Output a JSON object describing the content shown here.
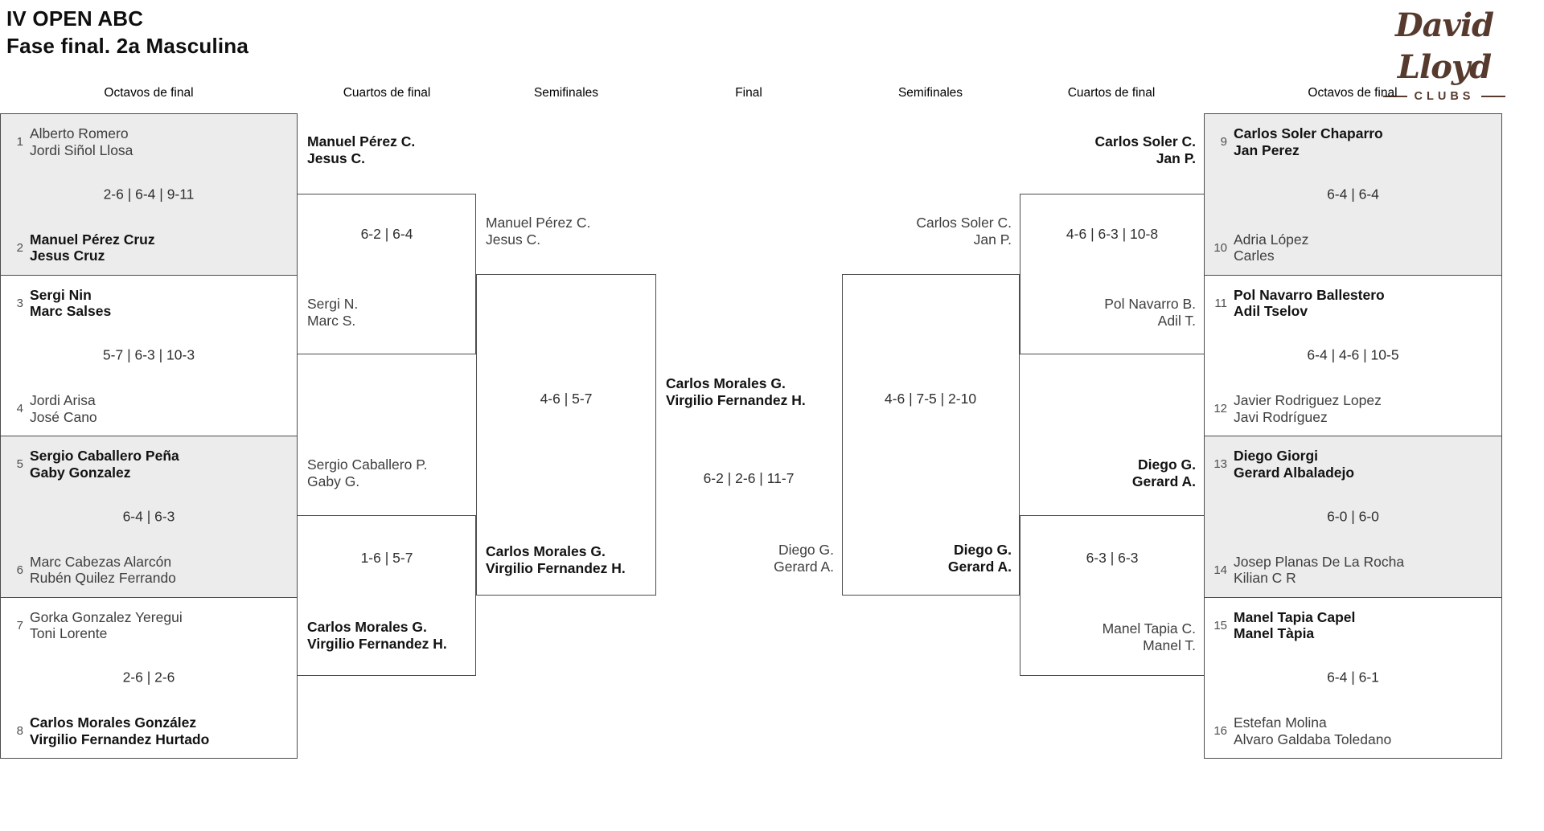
{
  "header": {
    "title": "IV OPEN ABC",
    "subtitle": "Fase final. 2a Masculina"
  },
  "logo": {
    "brand": "David Lloyd",
    "sub": "CLUBS",
    "color": "#573a2e"
  },
  "colors": {
    "brand_brown": "#573a2e",
    "match_alt_bg": "#ececec",
    "border": "#4c4c4c"
  },
  "round_headers": [
    "Octavos de final",
    "Cuartos de final",
    "Semifinales",
    "Final",
    "Semifinales",
    "Cuartos de final",
    "Octavos de final"
  ],
  "r16_left": [
    {
      "seed_top": "1",
      "team_top": [
        "Alberto Romero",
        "Jordi Siñol Llosa"
      ],
      "score": "2-6 | 6-4 | 9-11",
      "seed_bottom": "2",
      "team_bottom": [
        "Manuel Pérez Cruz",
        "Jesus Cruz"
      ]
    },
    {
      "seed_top": "3",
      "team_top": [
        "Sergi Nin",
        "Marc Salses"
      ],
      "score": "5-7 | 6-3 | 10-3",
      "seed_bottom": "4",
      "team_bottom": [
        "Jordi Arisa",
        "José Cano"
      ]
    },
    {
      "seed_top": "5",
      "team_top": [
        "Sergio Caballero Peña",
        "Gaby Gonzalez"
      ],
      "score": "6-4 | 6-3",
      "seed_bottom": "6",
      "team_bottom": [
        "Marc Cabezas Alarcón",
        "Rubén Quilez Ferrando"
      ]
    },
    {
      "seed_top": "7",
      "team_top": [
        "Gorka Gonzalez Yeregui",
        "Toni Lorente"
      ],
      "score": "2-6 | 2-6",
      "seed_bottom": "8",
      "team_bottom": [
        "Carlos Morales González",
        "Virgilio Fernandez Hurtado"
      ]
    }
  ],
  "r16_right": [
    {
      "seed_top": "9",
      "team_top": [
        "Carlos Soler Chaparro",
        "Jan Perez"
      ],
      "score": "6-4 | 6-4",
      "seed_bottom": "10",
      "team_bottom": [
        "Adria López",
        "Carles"
      ]
    },
    {
      "seed_top": "11",
      "team_top": [
        "Pol Navarro Ballestero",
        "Adil Tselov"
      ],
      "score": "6-4 | 4-6 | 10-5",
      "seed_bottom": "12",
      "team_bottom": [
        "Javier Rodriguez Lopez",
        "Javi Rodríguez"
      ]
    },
    {
      "seed_top": "13",
      "team_top": [
        "Diego Giorgi",
        "Gerard Albaladejo"
      ],
      "score": "6-0 | 6-0",
      "seed_bottom": "14",
      "team_bottom": [
        "Josep Planas De La Rocha",
        "Kilian C R"
      ]
    },
    {
      "seed_top": "15",
      "team_top": [
        "Manel Tapia Capel",
        "Manel Tàpia"
      ],
      "score": "6-4 | 6-1",
      "seed_bottom": "16",
      "team_bottom": [
        "Estefan Molina",
        "Alvaro Galdaba Toledano"
      ]
    }
  ],
  "qf_left": [
    {
      "team_top": [
        "Manuel Pérez C.",
        "Jesus C."
      ],
      "score": "6-2 | 6-4",
      "team_bottom": [
        "Sergi N.",
        "Marc S."
      ]
    },
    {
      "team_top": [
        "Sergio Caballero P.",
        "Gaby G."
      ],
      "score": "1-6 | 5-7",
      "team_bottom": [
        "Carlos Morales G.",
        "Virgilio Fernandez H."
      ]
    }
  ],
  "qf_right": [
    {
      "team_top": [
        "Carlos Soler C.",
        "Jan P."
      ],
      "score": "4-6 | 6-3 | 10-8",
      "team_bottom": [
        "Pol Navarro B.",
        "Adil T."
      ]
    },
    {
      "team_top": [
        "Diego G.",
        "Gerard A."
      ],
      "score": "6-3 | 6-3",
      "team_bottom": [
        "Manel Tapia C.",
        "Manel T."
      ]
    }
  ],
  "sf_left": {
    "team_top": [
      "Manuel Pérez C.",
      "Jesus C."
    ],
    "score": "4-6 | 5-7",
    "team_bottom": [
      "Carlos Morales G.",
      "Virgilio Fernandez H."
    ]
  },
  "sf_right": {
    "team_top": [
      "Carlos Soler C.",
      "Jan P."
    ],
    "score": "4-6 | 7-5 | 2-10",
    "team_bottom": [
      "Diego G.",
      "Gerard A."
    ]
  },
  "final": {
    "team_top": [
      "Carlos Morales G.",
      "Virgilio Fernandez H."
    ],
    "score": "6-2 | 2-6 | 11-7",
    "team_bottom": [
      "Diego G.",
      "Gerard A."
    ]
  }
}
